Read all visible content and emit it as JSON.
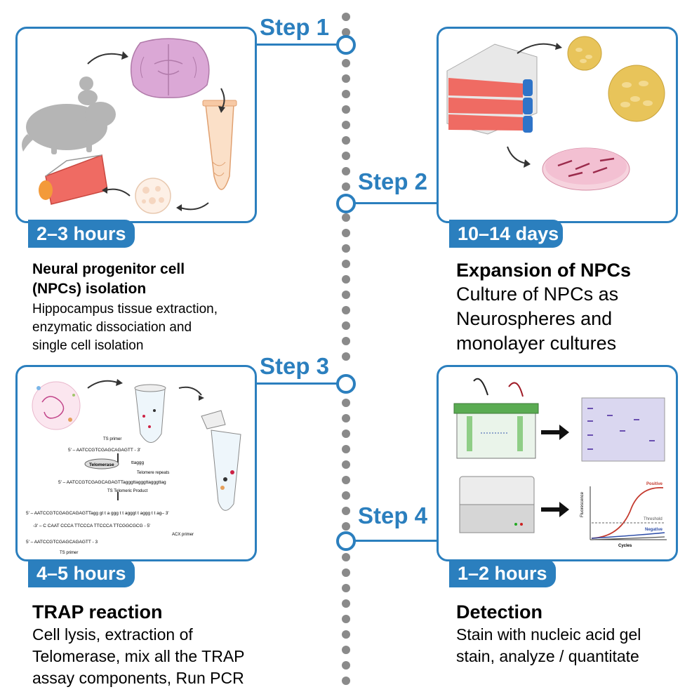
{
  "steps": [
    {
      "label": "Step 1",
      "time": "2–3 hours",
      "title_line1": "Neural progenitor cell",
      "title_line2": "(NPCs) isolation",
      "desc": [
        "Hippocampus tissue extraction,",
        "enzymatic dissociation and",
        "single cell isolation"
      ]
    },
    {
      "label": "Step 2",
      "time": "10–14 days",
      "title_line1": "Expansion of NPCs",
      "desc": [
        "Culture of NPCs as",
        "Neurospheres and",
        "monolayer cultures"
      ]
    },
    {
      "label": "Step 3",
      "time": "4–5 hours",
      "title_line1": "TRAP reaction",
      "desc": [
        "Cell lysis, extraction of",
        "Telomerase, mix all the TRAP",
        "assay components, Run PCR"
      ]
    },
    {
      "label": "Step 4",
      "time": "1–2 hours",
      "title_line1": "Detection",
      "desc": [
        "Stain with nucleic acid gel",
        "stain, analyze / quantitate"
      ]
    }
  ],
  "trap_diagram": {
    "ts_primer": "TS primer",
    "seq1": "5' – AATCCGTCGAGCAGAGTT - 3'",
    "telomerase": "Telomerase",
    "ttaggg": "ttaggg",
    "telomere_repeats": "Telomere repeats",
    "seq2": "5' – AATCCGTCGAGCAGAGTTagggttagggttagggttag",
    "ts_telomeric_product": "TS Telomeric Product",
    "seq3": "5' – AATCCGTCGAGCAGAGTTagg gt t a ggg t t agggt t aggg t t ag– 3'",
    "seq4": "-3' – C CAAT CCCA TTCCCA TTCCCA TTCGGCGCG - 5'",
    "acx_primer": "ACX primer",
    "seq5": "5' – AATCCGTCGAGCAGAGTT - 3",
    "ts_primer2": "TS primer"
  },
  "pcr_plot": {
    "ylabel": "Fluorescence",
    "xlabel": "Cycles",
    "positive": "Positive",
    "threshold": "Threshold",
    "negative": "Negative"
  },
  "colors": {
    "accent": "#2b7fbe",
    "timeline": "#8a8a8a",
    "flask": "#ef6b63",
    "sphere": "#e8c45a"
  }
}
